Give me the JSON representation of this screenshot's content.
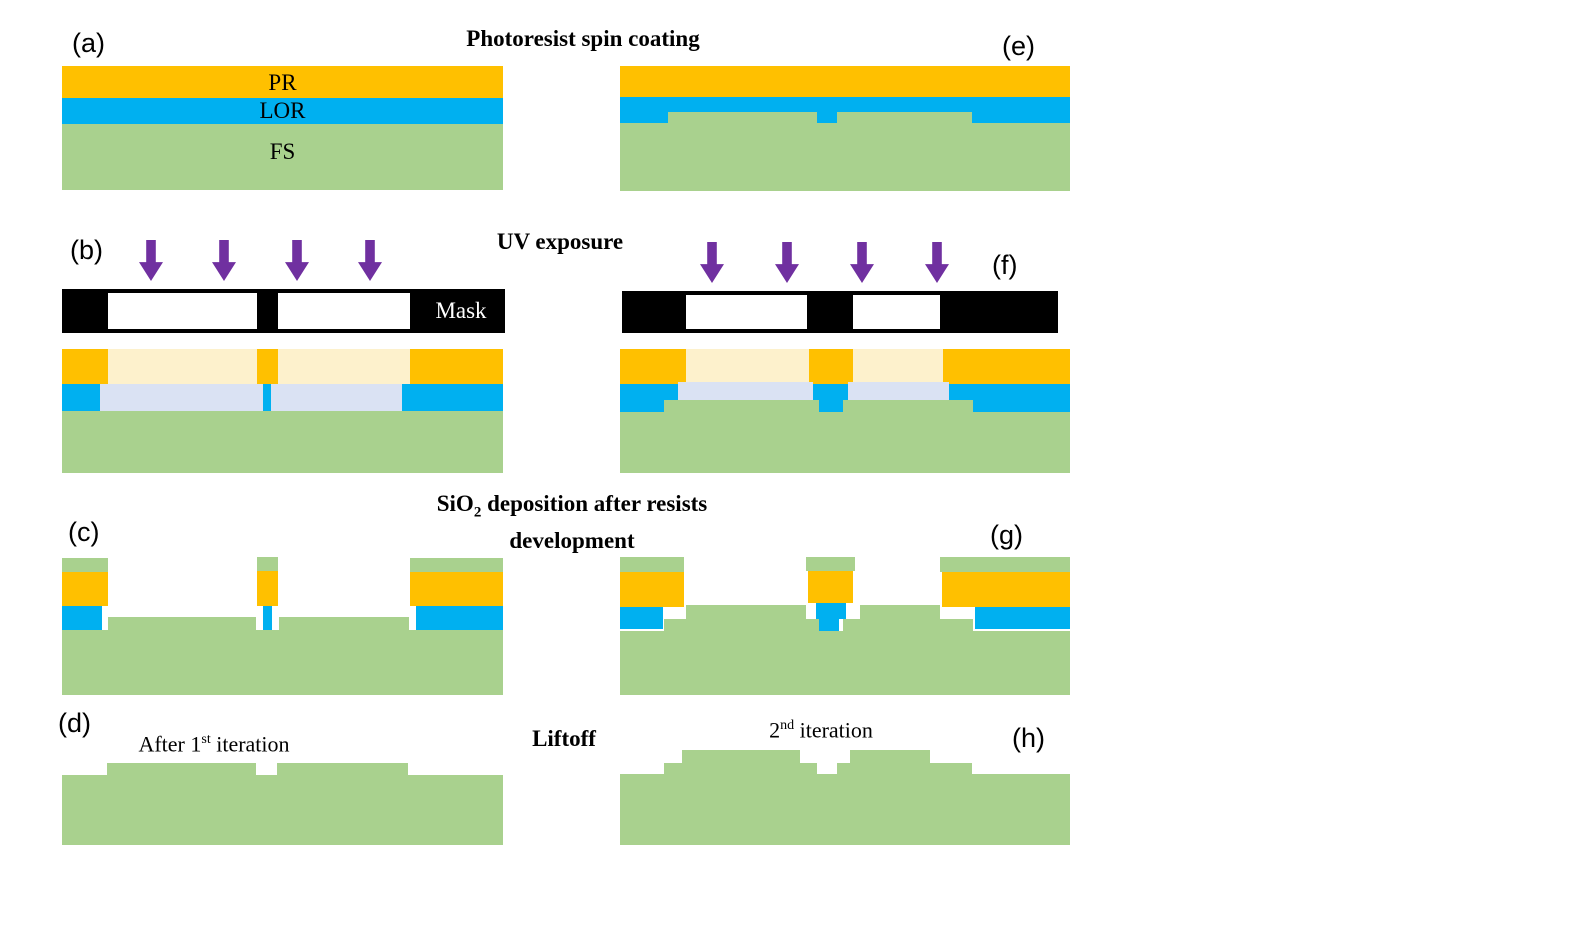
{
  "diagram": {
    "step_titles": {
      "spin_coating": "Photoresist spin coating",
      "uv_exposure": "UV exposure",
      "sio2_line1_pre": "SiO",
      "sio2_line1_sub": "2",
      "sio2_line1_post": " deposition after resists",
      "sio2_line2": "development",
      "liftoff": "Liftoff"
    },
    "panel_labels": {
      "a": "(a)",
      "b": "(b)",
      "c": "(c)",
      "d": "(d)",
      "e": "(e)",
      "f": "(f)",
      "g": "(g)",
      "h": "(h)"
    },
    "layer_labels": {
      "pr": "PR",
      "lor": "LOR",
      "fs": "FS",
      "mask": "Mask"
    },
    "captions": {
      "after_first_pre": "After 1",
      "after_first_sup": "st",
      "after_first_post": " iteration",
      "second_pre": "2",
      "second_sup": "nd",
      "second_post": " iteration"
    },
    "colors": {
      "photoresist": "#FFC000",
      "exposed_photoresist": "#FDF1CC",
      "lor": "#00B0F0",
      "exposed_lor": "#DAE2F3",
      "fused_silica": "#A9D18E",
      "uv_arrow": "#7030A0",
      "mask": "#000000",
      "mask_opening": "#FFFFFF",
      "background": "#FFFFFF",
      "text": "#000000"
    }
  }
}
